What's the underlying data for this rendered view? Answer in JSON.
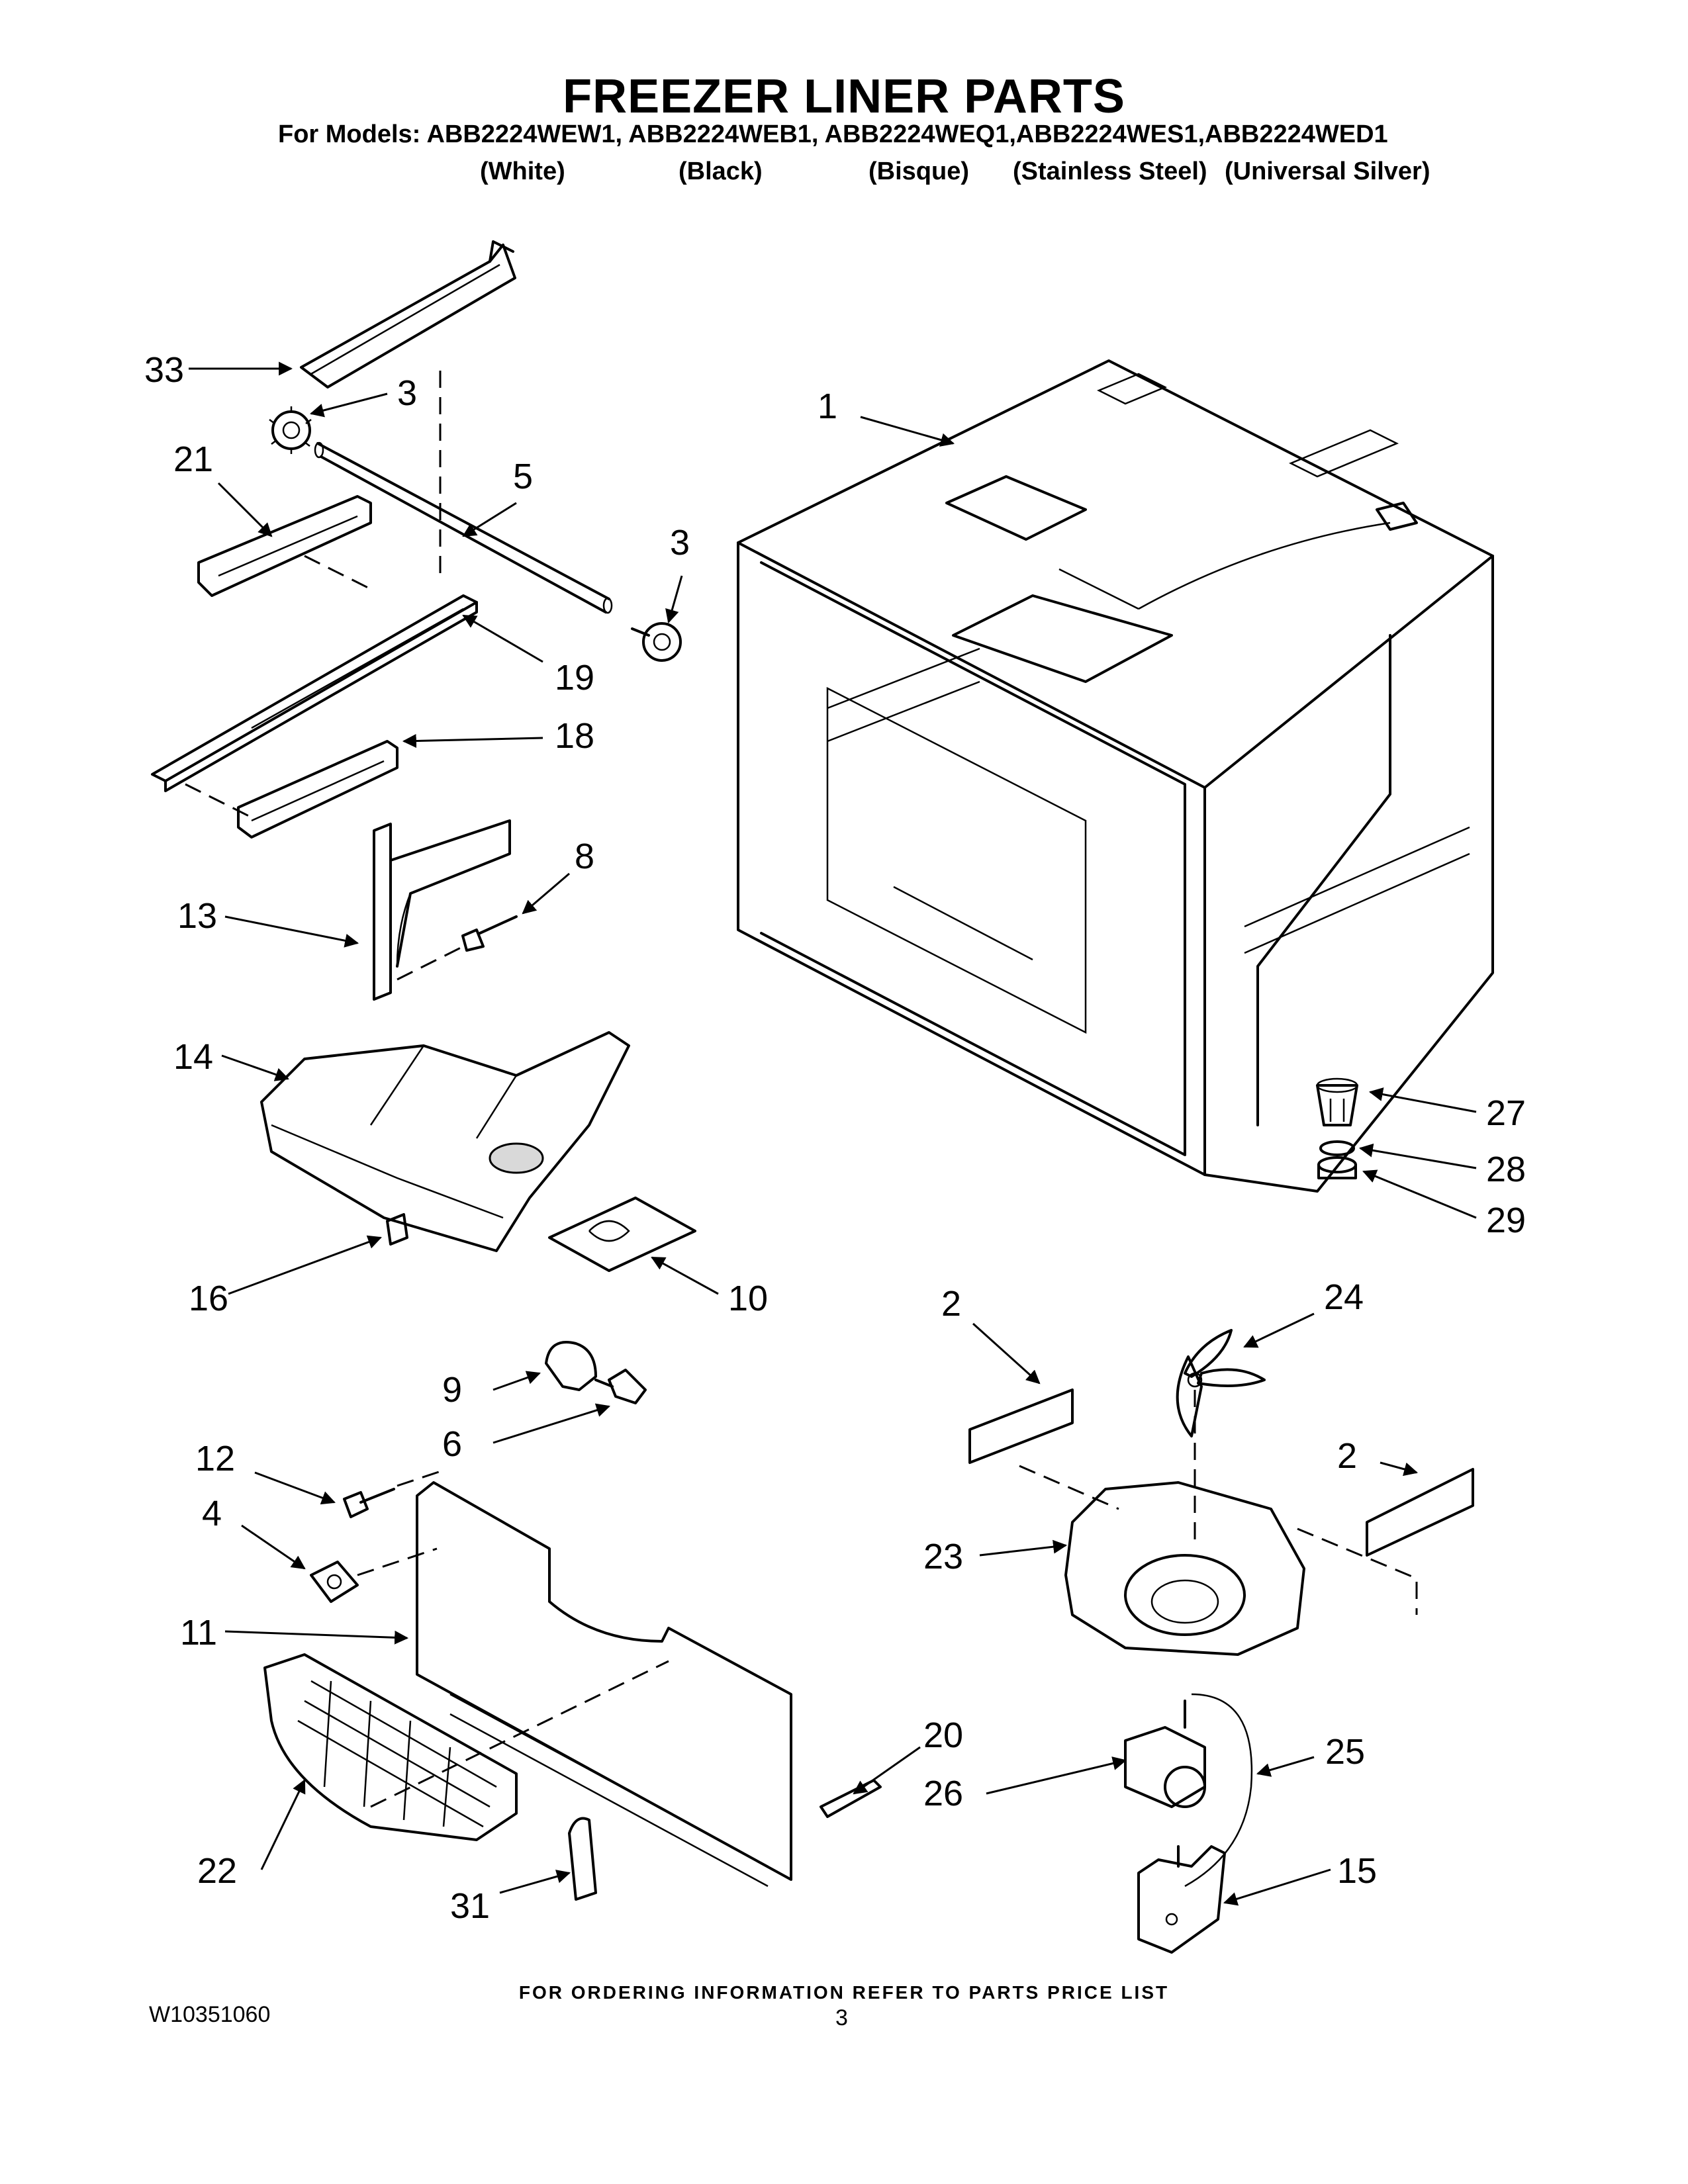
{
  "header": {
    "title": "FREEZER LINER PARTS",
    "models_line": "For Models: ABB2224WEW1, ABB2224WEB1, ABB2224WEQ1,ABB2224WES1,ABB2224WED1",
    "colors": [
      "(White)",
      "(Black)",
      "(Bisque)",
      "(Stainless Steel)",
      "(Universal Silver)"
    ]
  },
  "callouts": [
    {
      "id": "c33",
      "text": "33"
    },
    {
      "id": "c3a",
      "text": "3"
    },
    {
      "id": "c1",
      "text": "1"
    },
    {
      "id": "c21",
      "text": "21"
    },
    {
      "id": "c5",
      "text": "5"
    },
    {
      "id": "c3b",
      "text": "3"
    },
    {
      "id": "c19",
      "text": "19"
    },
    {
      "id": "c18",
      "text": "18"
    },
    {
      "id": "c8",
      "text": "8"
    },
    {
      "id": "c13",
      "text": "13"
    },
    {
      "id": "c14",
      "text": "14"
    },
    {
      "id": "c27",
      "text": "27"
    },
    {
      "id": "c28",
      "text": "28"
    },
    {
      "id": "c29",
      "text": "29"
    },
    {
      "id": "c16",
      "text": "16"
    },
    {
      "id": "c10",
      "text": "10"
    },
    {
      "id": "c2a",
      "text": "2"
    },
    {
      "id": "c24",
      "text": "24"
    },
    {
      "id": "c9",
      "text": "9"
    },
    {
      "id": "c6",
      "text": "6"
    },
    {
      "id": "c2b",
      "text": "2"
    },
    {
      "id": "c12",
      "text": "12"
    },
    {
      "id": "c4",
      "text": "4"
    },
    {
      "id": "c23",
      "text": "23"
    },
    {
      "id": "c11",
      "text": "11"
    },
    {
      "id": "c20",
      "text": "20"
    },
    {
      "id": "c25",
      "text": "25"
    },
    {
      "id": "c26",
      "text": "26"
    },
    {
      "id": "c22",
      "text": "22"
    },
    {
      "id": "c15",
      "text": "15"
    },
    {
      "id": "c31",
      "text": "31"
    }
  ],
  "footer": {
    "ordering_note": "FOR ORDERING INFORMATION REFER TO PARTS PRICE LIST",
    "document_number": "W10351060",
    "page_number": "3"
  }
}
